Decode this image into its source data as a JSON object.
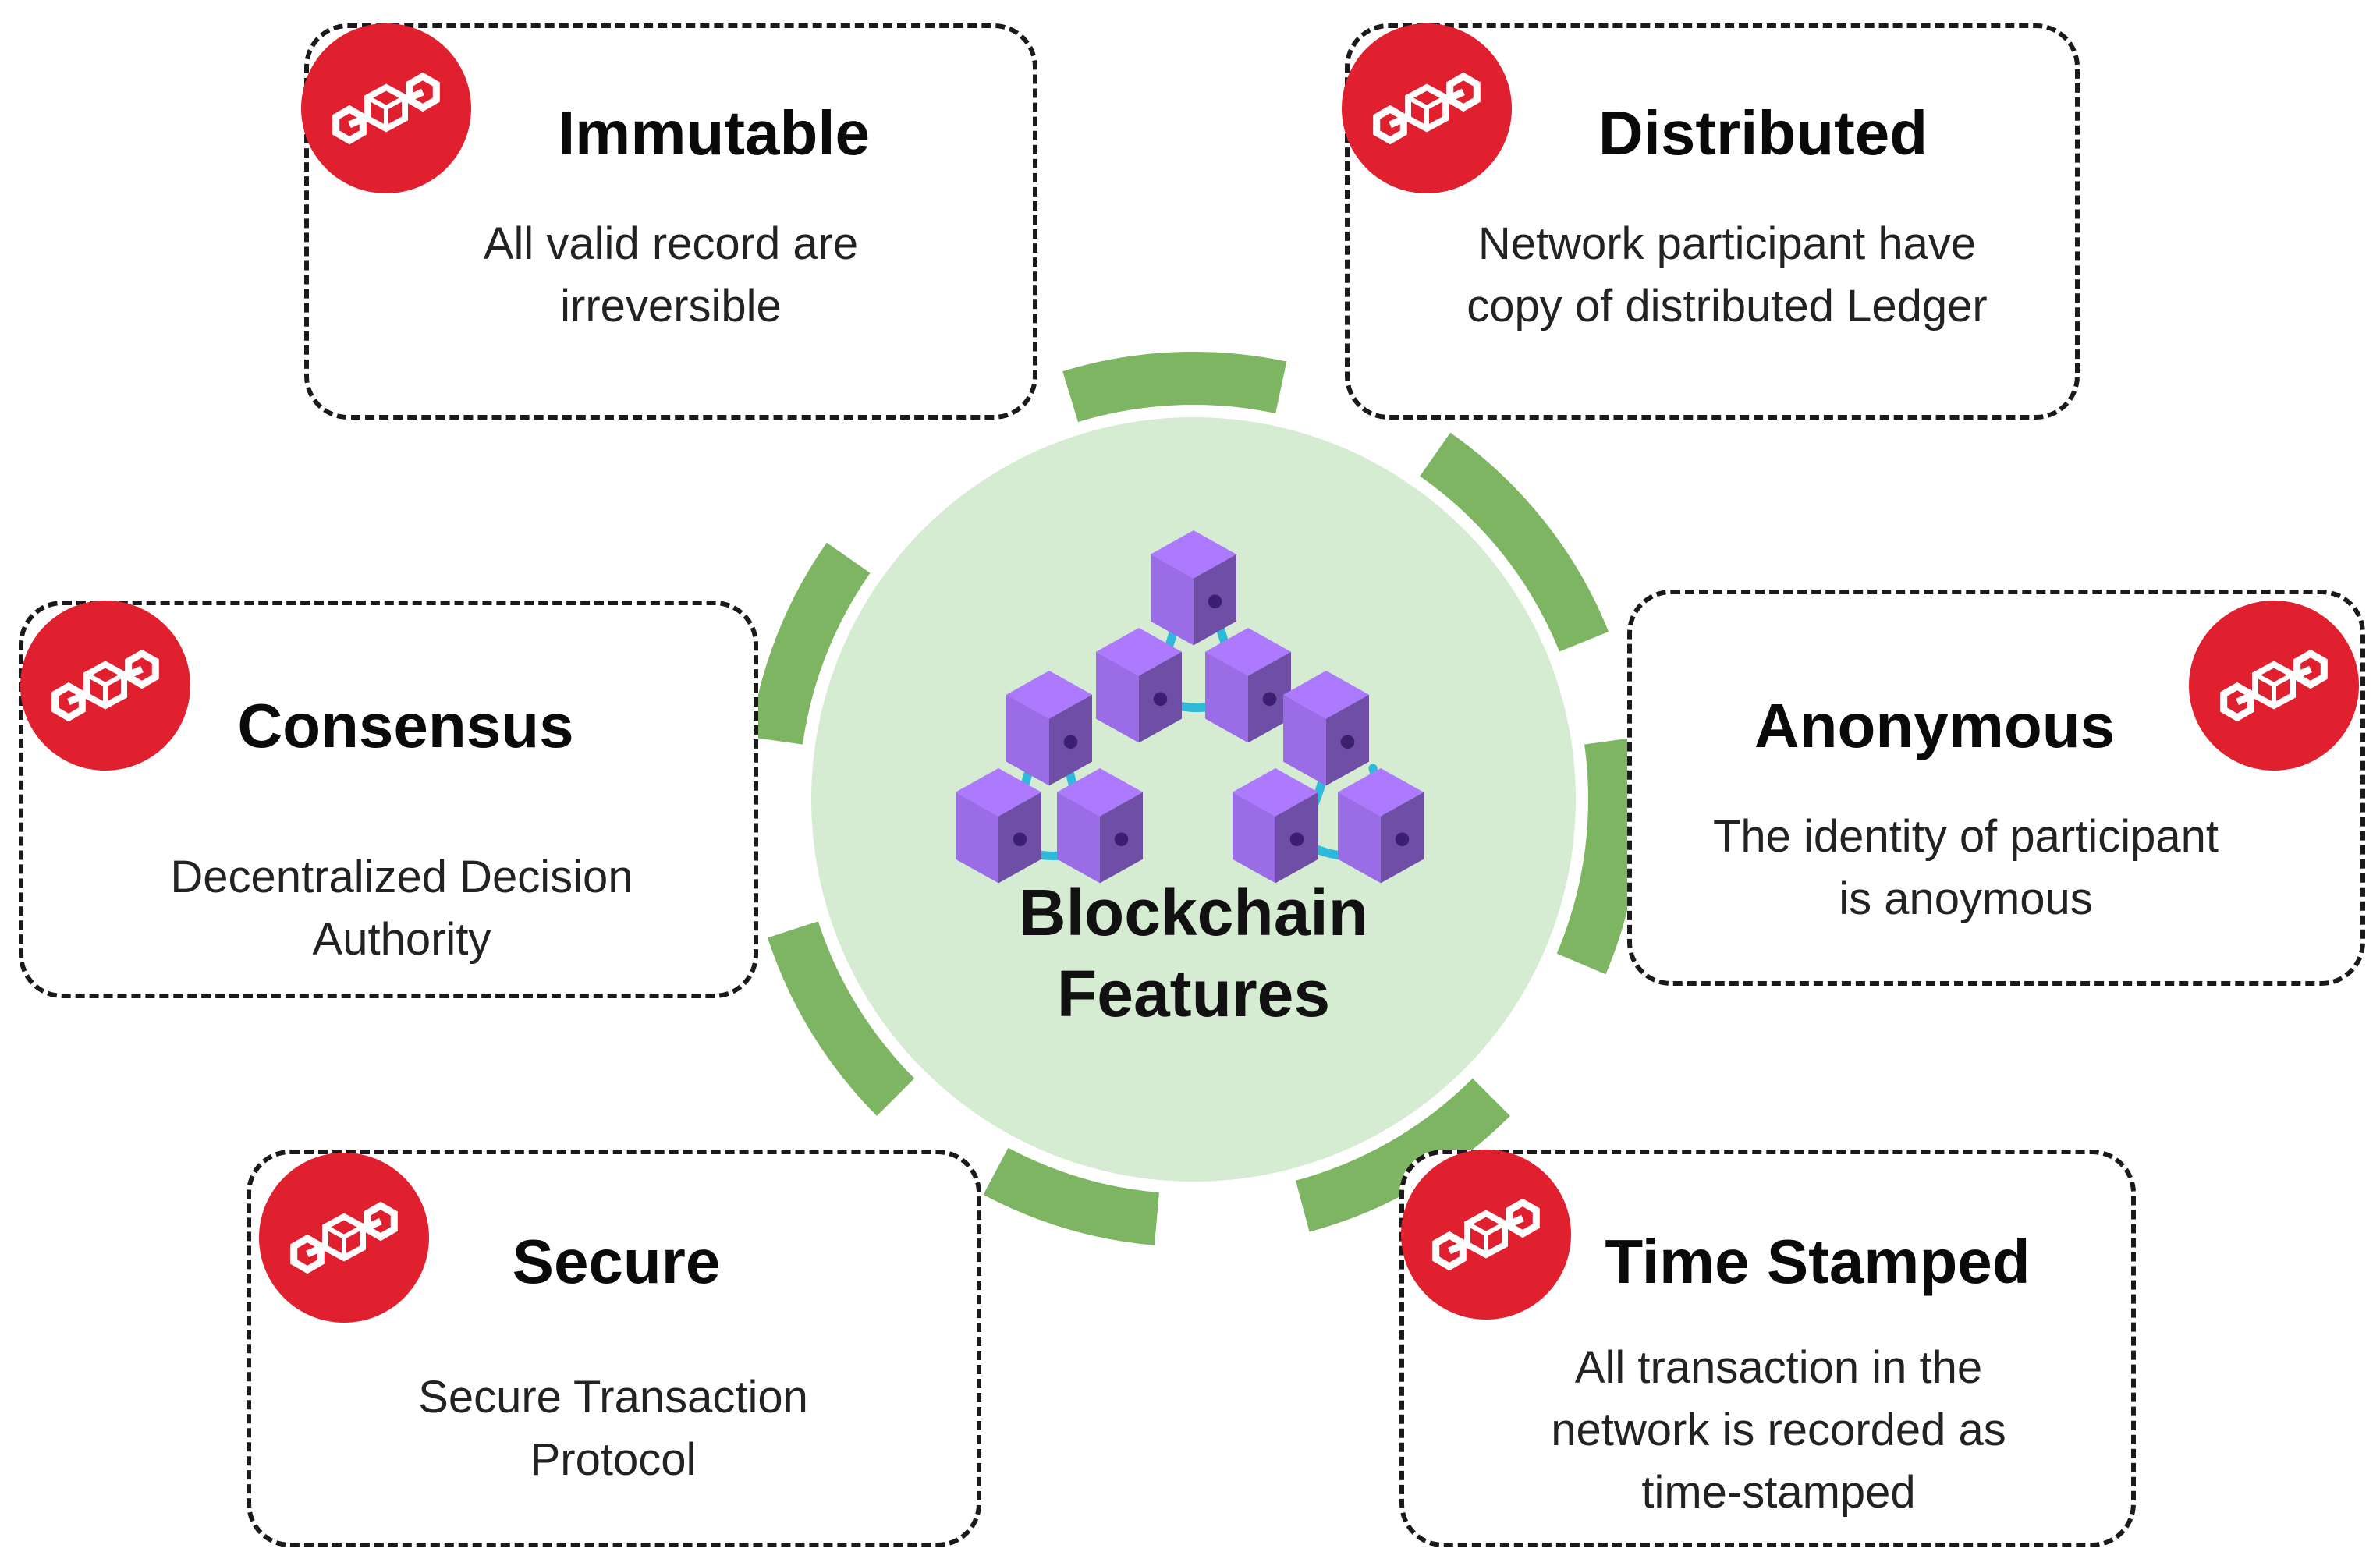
{
  "center": {
    "line1": "Blockchain",
    "line2": "Features",
    "circle_color": "#d5ecd2",
    "arc_color": "#7db563",
    "cube_color": "#9a6ce6",
    "link_color": "#2eb8d9"
  },
  "badge": {
    "color": "#e0202e",
    "icon": "chain-link-blocks-icon"
  },
  "features": [
    {
      "id": "immutable",
      "title": "Immutable",
      "desc_lines": [
        "All valid record are",
        "irreversible"
      ]
    },
    {
      "id": "distributed",
      "title": "Distributed",
      "desc_lines": [
        "Network participant have",
        "copy of distributed Ledger"
      ]
    },
    {
      "id": "consensus",
      "title": "Consensus",
      "desc_lines": [
        "Decentralized Decision",
        "Authority"
      ]
    },
    {
      "id": "anonymous",
      "title": "Anonymous",
      "desc_lines": [
        "The identity of participant",
        "is anoymous"
      ]
    },
    {
      "id": "secure",
      "title": "Secure",
      "desc_lines": [
        "Secure Transaction",
        "Protocol"
      ]
    },
    {
      "id": "time-stamped",
      "title": "Time Stamped",
      "desc_lines": [
        "All transaction in the",
        "network is recorded as",
        "time-stamped"
      ]
    }
  ]
}
